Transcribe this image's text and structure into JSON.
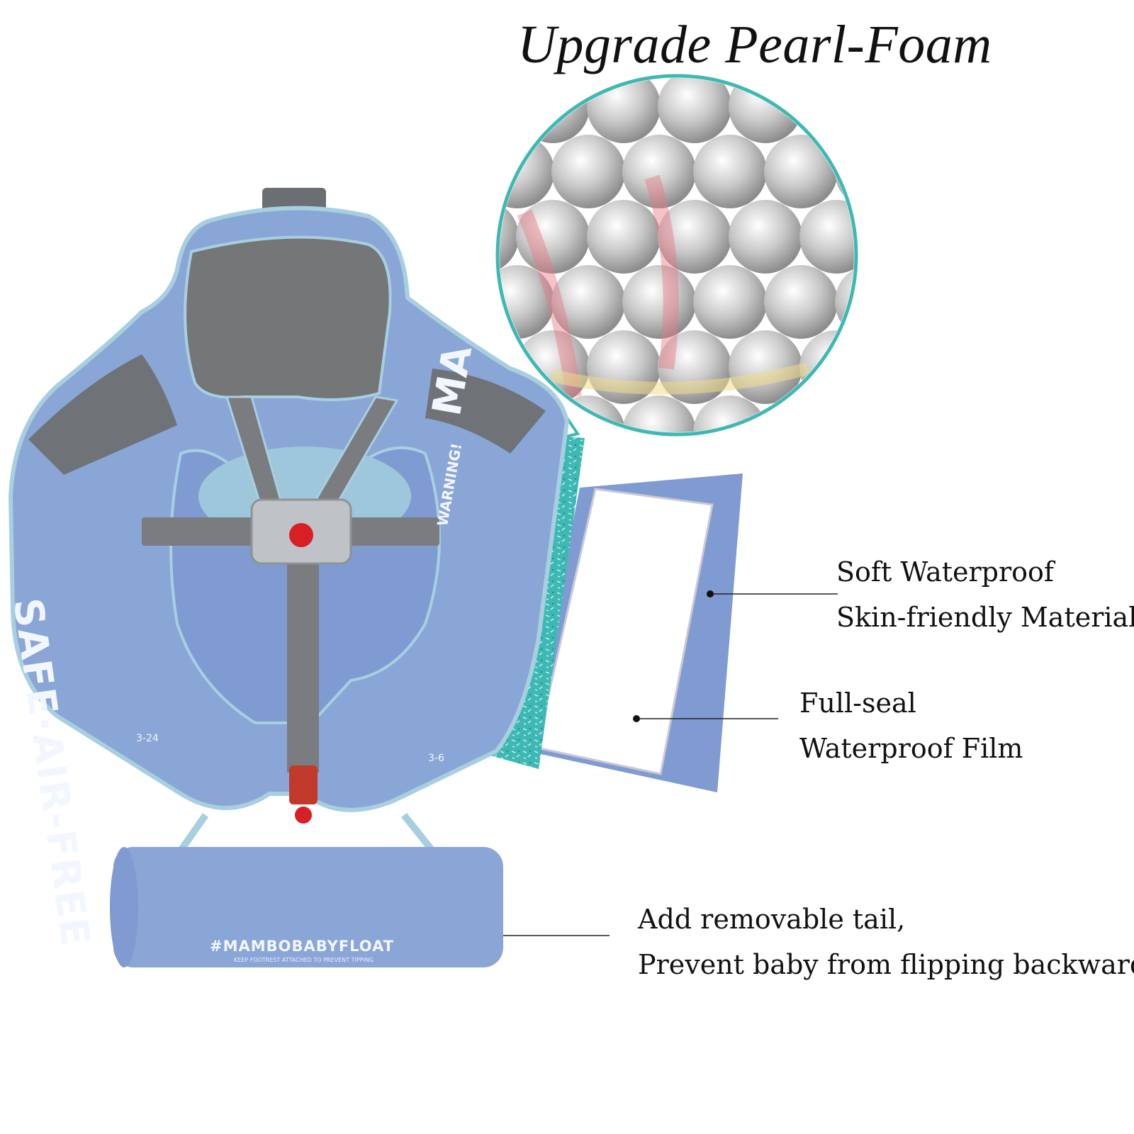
{
  "heading": {
    "title": "Upgrade Pearl-Foam"
  },
  "callouts": [
    {
      "line1": "Soft Waterproof",
      "line2": "Skin-friendly Material"
    },
    {
      "line1": "Full-seal",
      "line2": "Waterproof Film"
    },
    {
      "line1": "Add removable tail,",
      "line2": "Prevent baby from flipping backward"
    }
  ],
  "product_print": {
    "side_text": "SAFE·AIR-FREE",
    "top_right_text": "MA",
    "warning": "WARNING!",
    "tail_text": "#MAMBOBABYFLOAT",
    "tail_subtext": "KEEP FOOTREST ATTACHED TO PREVENT TIPPING",
    "age_left": "3-24",
    "age_right": "3-6"
  },
  "colors": {
    "float_blue": "#8aa6d6",
    "float_dark": "#6f8cbd",
    "headrest_gray": "#747678",
    "trim": "#a8cfe0",
    "teal_foam": "#3fb8b4",
    "bubble_border": "#3fb8b4",
    "film_blue": "#7f9bd1"
  }
}
